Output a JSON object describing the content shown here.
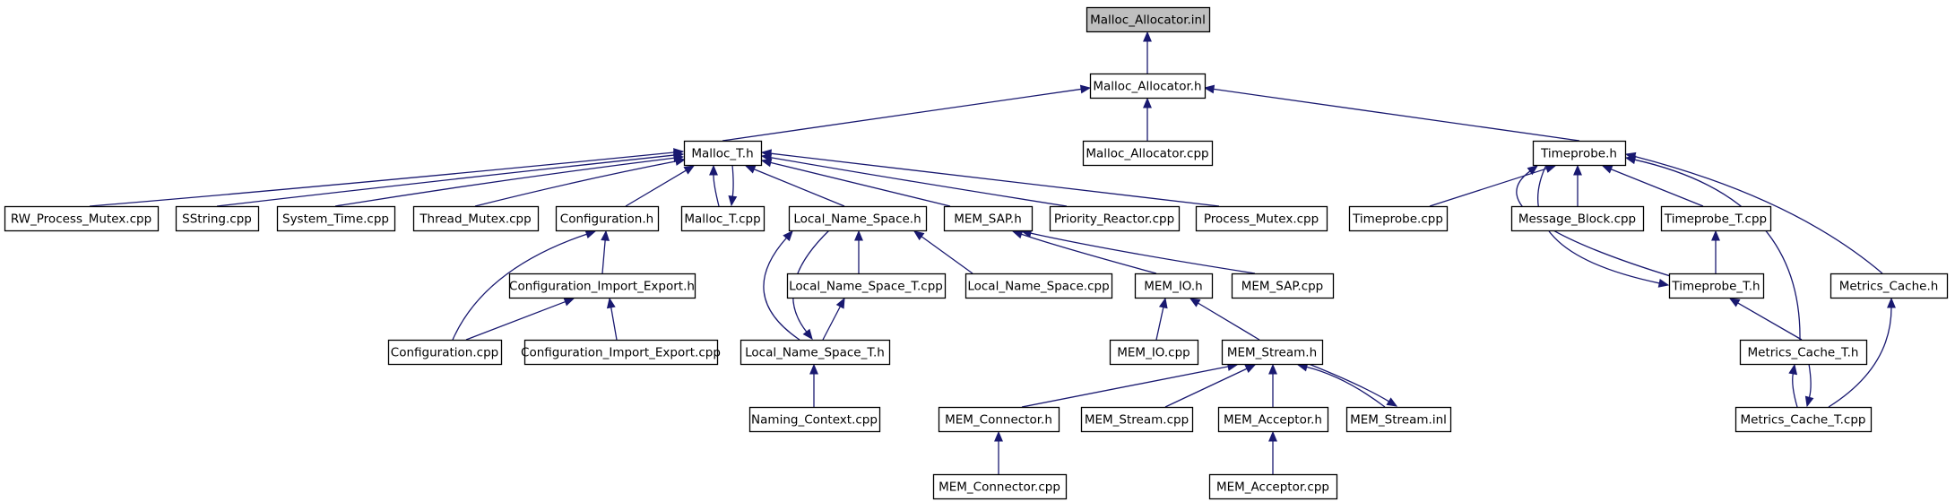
{
  "colors": {
    "edge": "#191970",
    "root_fill": "#bfbfbf",
    "node_fill": "#ffffff",
    "border": "#000000"
  },
  "nodes": [
    {
      "id": "malloc_allocator_inl",
      "label": "Malloc_Allocator.inl",
      "root": true
    },
    {
      "id": "malloc_allocator_h",
      "label": "Malloc_Allocator.h"
    },
    {
      "id": "malloc_t_h",
      "label": "Malloc_T.h"
    },
    {
      "id": "malloc_allocator_cpp",
      "label": "Malloc_Allocator.cpp"
    },
    {
      "id": "timeprobe_h",
      "label": "Timeprobe.h"
    },
    {
      "id": "rw_process_mutex_cpp",
      "label": "RW_Process_Mutex.cpp"
    },
    {
      "id": "sstring_cpp",
      "label": "SString.cpp"
    },
    {
      "id": "system_time_cpp",
      "label": "System_Time.cpp"
    },
    {
      "id": "thread_mutex_cpp",
      "label": "Thread_Mutex.cpp"
    },
    {
      "id": "configuration_h",
      "label": "Configuration.h"
    },
    {
      "id": "malloc_t_cpp",
      "label": "Malloc_T.cpp"
    },
    {
      "id": "local_name_space_h",
      "label": "Local_Name_Space.h"
    },
    {
      "id": "mem_sap_h",
      "label": "MEM_SAP.h"
    },
    {
      "id": "priority_reactor_cpp",
      "label": "Priority_Reactor.cpp"
    },
    {
      "id": "process_mutex_cpp",
      "label": "Process_Mutex.cpp"
    },
    {
      "id": "timeprobe_cpp",
      "label": "Timeprobe.cpp"
    },
    {
      "id": "message_block_cpp",
      "label": "Message_Block.cpp"
    },
    {
      "id": "timeprobe_t_cpp",
      "label": "Timeprobe_T.cpp"
    },
    {
      "id": "configuration_import_export_h",
      "label": "Configuration_Import_Export.h"
    },
    {
      "id": "local_name_space_t_cpp",
      "label": "Local_Name_Space_T.cpp"
    },
    {
      "id": "local_name_space_cpp",
      "label": "Local_Name_Space.cpp"
    },
    {
      "id": "mem_io_h",
      "label": "MEM_IO.h"
    },
    {
      "id": "mem_sap_cpp",
      "label": "MEM_SAP.cpp"
    },
    {
      "id": "timeprobe_t_h",
      "label": "Timeprobe_T.h"
    },
    {
      "id": "metrics_cache_h",
      "label": "Metrics_Cache.h"
    },
    {
      "id": "configuration_cpp",
      "label": "Configuration.cpp"
    },
    {
      "id": "configuration_import_export_cpp",
      "label": "Configuration_Import_Export.cpp"
    },
    {
      "id": "local_name_space_t_h",
      "label": "Local_Name_Space_T.h"
    },
    {
      "id": "mem_io_cpp",
      "label": "MEM_IO.cpp"
    },
    {
      "id": "mem_stream_h",
      "label": "MEM_Stream.h"
    },
    {
      "id": "metrics_cache_t_h",
      "label": "Metrics_Cache_T.h"
    },
    {
      "id": "naming_context_cpp",
      "label": "Naming_Context.cpp"
    },
    {
      "id": "mem_connector_h",
      "label": "MEM_Connector.h"
    },
    {
      "id": "mem_stream_cpp",
      "label": "MEM_Stream.cpp"
    },
    {
      "id": "mem_acceptor_h",
      "label": "MEM_Acceptor.h"
    },
    {
      "id": "mem_stream_inl",
      "label": "MEM_Stream.inl"
    },
    {
      "id": "metrics_cache_t_cpp",
      "label": "Metrics_Cache_T.cpp"
    },
    {
      "id": "mem_connector_cpp",
      "label": "MEM_Connector.cpp"
    },
    {
      "id": "mem_acceptor_cpp",
      "label": "MEM_Acceptor.cpp"
    }
  ],
  "edges": [
    {
      "from": "malloc_allocator_h",
      "to": "malloc_allocator_inl"
    },
    {
      "from": "malloc_t_h",
      "to": "malloc_allocator_h"
    },
    {
      "from": "malloc_allocator_cpp",
      "to": "malloc_allocator_h"
    },
    {
      "from": "timeprobe_h",
      "to": "malloc_allocator_h"
    },
    {
      "from": "rw_process_mutex_cpp",
      "to": "malloc_t_h"
    },
    {
      "from": "sstring_cpp",
      "to": "malloc_t_h"
    },
    {
      "from": "system_time_cpp",
      "to": "malloc_t_h"
    },
    {
      "from": "thread_mutex_cpp",
      "to": "malloc_t_h"
    },
    {
      "from": "configuration_h",
      "to": "malloc_t_h"
    },
    {
      "from": "malloc_t_cpp",
      "to": "malloc_t_h"
    },
    {
      "from": "malloc_t_h",
      "to": "malloc_t_cpp"
    },
    {
      "from": "local_name_space_h",
      "to": "malloc_t_h"
    },
    {
      "from": "mem_sap_h",
      "to": "malloc_t_h"
    },
    {
      "from": "priority_reactor_cpp",
      "to": "malloc_t_h"
    },
    {
      "from": "process_mutex_cpp",
      "to": "malloc_t_h"
    },
    {
      "from": "configuration_import_export_h",
      "to": "configuration_h"
    },
    {
      "from": "configuration_cpp",
      "to": "configuration_h"
    },
    {
      "from": "configuration_cpp",
      "to": "configuration_import_export_h"
    },
    {
      "from": "configuration_import_export_cpp",
      "to": "configuration_import_export_h"
    },
    {
      "from": "local_name_space_t_cpp",
      "to": "local_name_space_h"
    },
    {
      "from": "local_name_space_cpp",
      "to": "local_name_space_h"
    },
    {
      "from": "local_name_space_t_h",
      "to": "local_name_space_h"
    },
    {
      "from": "local_name_space_h",
      "to": "local_name_space_t_h"
    },
    {
      "from": "local_name_space_t_h",
      "to": "local_name_space_t_cpp"
    },
    {
      "from": "naming_context_cpp",
      "to": "local_name_space_t_h"
    },
    {
      "from": "mem_io_h",
      "to": "mem_sap_h"
    },
    {
      "from": "mem_sap_cpp",
      "to": "mem_sap_h"
    },
    {
      "from": "mem_io_cpp",
      "to": "mem_io_h"
    },
    {
      "from": "mem_stream_h",
      "to": "mem_io_h"
    },
    {
      "from": "mem_connector_h",
      "to": "mem_stream_h"
    },
    {
      "from": "mem_stream_cpp",
      "to": "mem_stream_h"
    },
    {
      "from": "mem_acceptor_h",
      "to": "mem_stream_h"
    },
    {
      "from": "mem_stream_inl",
      "to": "mem_stream_h"
    },
    {
      "from": "mem_stream_h",
      "to": "mem_stream_inl"
    },
    {
      "from": "mem_connector_cpp",
      "to": "mem_connector_h"
    },
    {
      "from": "mem_acceptor_cpp",
      "to": "mem_acceptor_h"
    },
    {
      "from": "timeprobe_cpp",
      "to": "timeprobe_h"
    },
    {
      "from": "message_block_cpp",
      "to": "timeprobe_h"
    },
    {
      "from": "timeprobe_t_cpp",
      "to": "timeprobe_h"
    },
    {
      "from": "timeprobe_t_h",
      "to": "timeprobe_h"
    },
    {
      "from": "timeprobe_h",
      "to": "timeprobe_t_h"
    },
    {
      "from": "metrics_cache_t_h",
      "to": "timeprobe_h"
    },
    {
      "from": "metrics_cache_h",
      "to": "timeprobe_h"
    },
    {
      "from": "timeprobe_t_h",
      "to": "timeprobe_t_cpp"
    },
    {
      "from": "metrics_cache_t_h",
      "to": "timeprobe_t_h"
    },
    {
      "from": "metrics_cache_t_cpp",
      "to": "metrics_cache_t_h"
    },
    {
      "from": "metrics_cache_t_h",
      "to": "metrics_cache_t_cpp"
    },
    {
      "from": "metrics_cache_t_cpp",
      "to": "metrics_cache_h"
    }
  ]
}
